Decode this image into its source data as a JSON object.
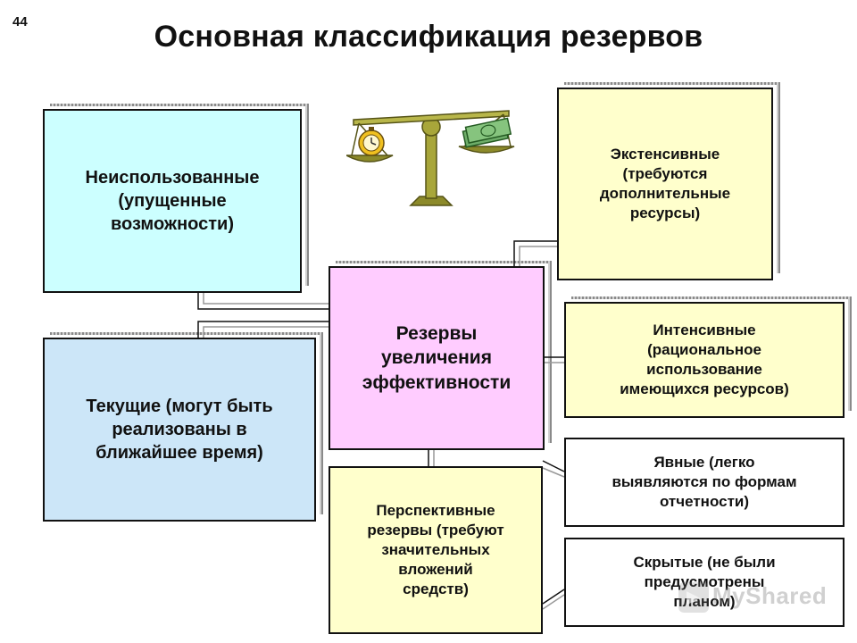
{
  "slide_number": "44",
  "title": "Основная классификация резервов",
  "colors": {
    "unused": "#ccffff",
    "current": "#cce6f8",
    "center": "#ffccff",
    "yellow": "#ffffcc",
    "white": "#ffffff",
    "line": "#111111"
  },
  "icon": "balance-scale-icon",
  "boxes": {
    "unused": "Неиспользованные\n(упущенные\nвозможности)",
    "current": "Текущие (могут быть\nреализованы в\nближайшее время)",
    "center": "Резервы\nувеличения\nэффективности",
    "extensive": "Экстенсивные\n(требуются\nдополнительные\nресурсы)",
    "intensive": "Интенсивные\n(рациональное\nиспользование\nимеющихся ресурсов)",
    "perspective": "Перспективные\nрезервы (требуют\nзначительных\nвложений\nсредств)",
    "explicit": "Явные (легко\nвыявляются по формам\nотчетности)",
    "hidden": "Скрытые (не были\nпредусмотрены\nпланом)"
  },
  "watermark": "MyShared"
}
